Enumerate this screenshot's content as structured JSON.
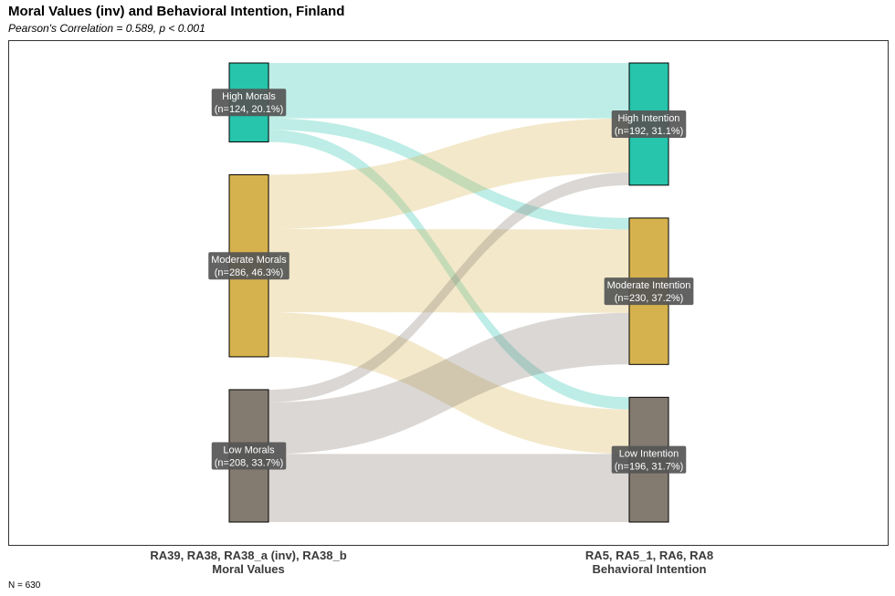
{
  "chart_data": {
    "type": "sankey",
    "title": "Moral Values (inv) and Behavioral Intention, Finland",
    "subtitle": "Pearson's Correlation = 0.589, p < 0.001",
    "left_axis": {
      "line1": "RA39, RA38, RA38_a (inv), RA38_b",
      "line2": "Moral Values",
      "nodes": [
        {
          "id": "hm",
          "name": "High Morals",
          "detail": "(n=124, 20.1%)",
          "n": 124,
          "color": "#26C5AC"
        },
        {
          "id": "mm",
          "name": "Moderate Morals",
          "detail": "(n=286, 46.3%)",
          "n": 286,
          "color": "#D6B24E"
        },
        {
          "id": "lm",
          "name": "Low Morals",
          "detail": "(n=208, 33.7%)",
          "n": 208,
          "color": "#847B70"
        }
      ]
    },
    "right_axis": {
      "line1": "RA5, RA5_1, RA6, RA8",
      "line2": "Behavioral Intention",
      "nodes": [
        {
          "id": "hi",
          "name": "High Intention",
          "detail": "(n=192, 31.1%)",
          "n": 192,
          "color": "#26C5AC"
        },
        {
          "id": "mi",
          "name": "Moderate Intention",
          "detail": "(n=230, 37.2%)",
          "n": 230,
          "color": "#D6B24E"
        },
        {
          "id": "li",
          "name": "Low Intention",
          "detail": "(n=196, 31.7%)",
          "n": 196,
          "color": "#847B70"
        }
      ]
    },
    "flows": [
      {
        "from": "hm",
        "to": "hi",
        "value": 87
      },
      {
        "from": "hm",
        "to": "mi",
        "value": 18
      },
      {
        "from": "hm",
        "to": "li",
        "value": 19
      },
      {
        "from": "mm",
        "to": "hi",
        "value": 85
      },
      {
        "from": "mm",
        "to": "mi",
        "value": 131
      },
      {
        "from": "mm",
        "to": "li",
        "value": 70
      },
      {
        "from": "lm",
        "to": "hi",
        "value": 20
      },
      {
        "from": "lm",
        "to": "mi",
        "value": 81
      },
      {
        "from": "lm",
        "to": "li",
        "value": 107
      }
    ],
    "note": "N = 630"
  }
}
